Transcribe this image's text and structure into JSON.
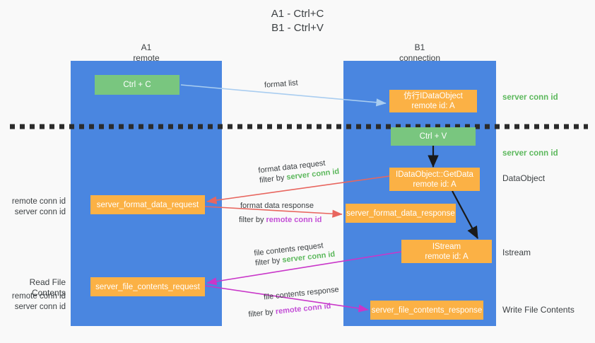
{
  "title": {
    "line1": "A1 - Ctrl+C",
    "line2": "B1 - Ctrl+V"
  },
  "columns": {
    "left": {
      "name": "A1",
      "role": "remote"
    },
    "right": {
      "name": "B1",
      "role": "connection"
    }
  },
  "boxes": {
    "ctrl_c": {
      "label": "Ctrl + C",
      "color": "#79c67f"
    },
    "ctrl_v": {
      "label": "Ctrl + V",
      "color": "#79c67f"
    },
    "idataobject_create": {
      "line1": "仿行IDataObject",
      "line2": "remote id: A",
      "color": "#fbb145"
    },
    "idataobject_getdata": {
      "line1": "IDataObject::GetData",
      "line2": "remote id: A",
      "color": "#fbb145"
    },
    "istream": {
      "line1": "IStream",
      "line2": "remote id: A",
      "color": "#fbb145"
    },
    "server_format_data_request": {
      "label": "server_format_data_request",
      "color": "#fbb145"
    },
    "server_format_data_response": {
      "label": "server_format_data_response",
      "color": "#fbb145"
    },
    "server_file_contents_request": {
      "label": "server_file_contents_request",
      "color": "#fbb145"
    },
    "server_file_contents_response": {
      "label": "server_file_contents_response",
      "color": "#fbb145"
    }
  },
  "edges": {
    "format_list": {
      "label": "format list"
    },
    "format_data_request": {
      "line1": "format data request",
      "filter_prefix": "filter by ",
      "filter_value": "server conn id"
    },
    "format_data_response": {
      "line1": "format data response",
      "filter_prefix": "filter by ",
      "filter_value": "remote conn id"
    },
    "file_contents_request": {
      "line1": "file contents request",
      "filter_prefix": "filter by ",
      "filter_value": "server conn id"
    },
    "file_contents_response": {
      "line1": "file contents response",
      "filter_prefix": "filter by ",
      "filter_value": "remote conn id"
    }
  },
  "annotations": {
    "right_server_conn_top": "server conn id",
    "right_server_conn_mid": "server conn id",
    "right_dataobject": "DataObject",
    "right_istream": "Istream",
    "right_write_file_contents": "Write File Contents",
    "left_remote_conn_1": "remote conn id",
    "left_server_conn_1": "server conn id",
    "left_read_file_contents": "Read File Contents",
    "left_remote_conn_2": "remote conn id",
    "left_server_conn_2": "server conn id"
  },
  "colors": {
    "lane": "#4a86e0",
    "green_box": "#79c67f",
    "orange_box": "#fbb145",
    "green_text": "#5cb85c",
    "purple_text": "#c34fd6",
    "arrow_light_blue": "#a9cdf0",
    "arrow_red": "#e8665f",
    "arrow_magenta": "#c936c9",
    "arrow_black": "#1a1a1a",
    "background": "#f9f9f9"
  }
}
